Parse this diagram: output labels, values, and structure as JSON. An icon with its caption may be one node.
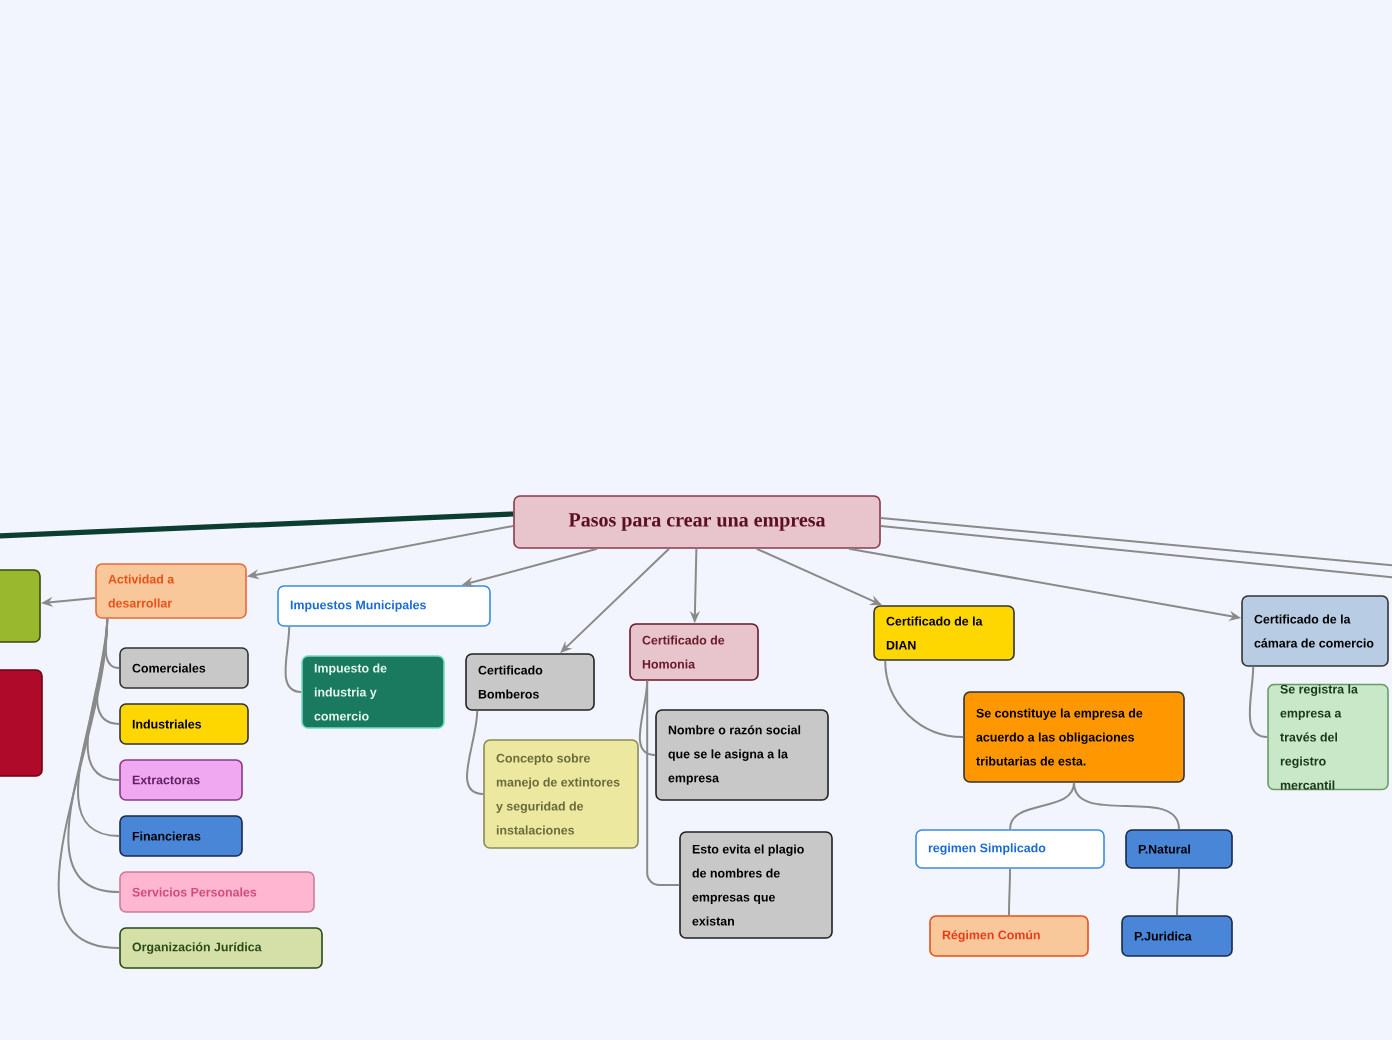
{
  "diagram": {
    "nodes": [
      {
        "text": [
          "Pasos para crear una empresa"
        ]
      },
      {
        "text": [],
        "shape": "box"
      },
      {
        "text": [],
        "shape": "box"
      },
      {
        "text": [
          "Actividad a desarrollar"
        ]
      },
      {
        "text": [
          "Comerciales"
        ]
      },
      {
        "text": [
          "Industriales"
        ]
      },
      {
        "text": [
          "Extractoras"
        ]
      },
      {
        "text": [
          "Financieras"
        ]
      },
      {
        "text": [
          "Servicios Personales"
        ]
      },
      {
        "text": [
          "Organización Jurídica"
        ]
      },
      {
        "text": [
          "Impuestos Municipales"
        ]
      },
      {
        "text": [
          "Impuesto de industria y comercio"
        ]
      },
      {
        "text": [
          "Certificado Bomberos"
        ]
      },
      {
        "text": [
          "Concepto sobre manejo de extintores y seguridad de instalaciones"
        ]
      },
      {
        "text": [
          "Certificado de Homonia"
        ]
      },
      {
        "text": [
          "Nombre o razón social que se le asigna a la empresa"
        ]
      },
      {
        "text": [
          "Esto evita el plagio de nombres de empresas que existan"
        ]
      },
      {
        "text": [
          "Certificado de la DIAN"
        ]
      },
      {
        "text": [
          "Se constituye la empresa de acuerdo a las obligaciones tributarias de esta."
        ]
      },
      {
        "text": [
          "regimen Simplicado"
        ]
      },
      {
        "text": [
          "P.Natural"
        ]
      },
      {
        "text": [
          "Régimen Común"
        ]
      },
      {
        "text": [
          "P.Juridica"
        ]
      },
      {
        "text": [
          "Certificado de la cámara de comercio"
        ]
      },
      {
        "text": [
          "Se registra la empresa a través del registro mercantil"
        ]
      }
    ],
    "edges": [
      {
        "from": 0,
        "to": 3,
        "arrow": "to"
      },
      {
        "from": 0,
        "to": 10,
        "arrow": "to"
      },
      {
        "from": 0,
        "to": 12,
        "arrow": "to"
      },
      {
        "from": 0,
        "to": 14,
        "arrow": "to"
      },
      {
        "from": 0,
        "to": 17,
        "arrow": "to"
      },
      {
        "from": 0,
        "to": 23,
        "arrow": "to"
      },
      {
        "from": 0,
        "to": null,
        "arrow": "none"
      },
      {
        "from": 0,
        "to": null,
        "arrow": "none"
      },
      {
        "from": 0,
        "to": null,
        "arrow": "none",
        "style": "thick",
        "color": "#0b3d30"
      },
      {
        "from": 3,
        "to": 1,
        "arrow": "to"
      },
      {
        "from": 3,
        "to": 4,
        "arrow": "none"
      },
      {
        "from": 3,
        "to": 5,
        "arrow": "none"
      },
      {
        "from": 3,
        "to": 6,
        "arrow": "none"
      },
      {
        "from": 3,
        "to": 7,
        "arrow": "none"
      },
      {
        "from": 3,
        "to": 8,
        "arrow": "none"
      },
      {
        "from": 3,
        "to": 9,
        "arrow": "none"
      },
      {
        "from": 10,
        "to": 11,
        "arrow": "none"
      },
      {
        "from": 12,
        "to": 13,
        "arrow": "none"
      },
      {
        "from": 14,
        "to": 15,
        "arrow": "none"
      },
      {
        "from": 14,
        "to": 16,
        "arrow": "none"
      },
      {
        "from": 17,
        "to": 18,
        "arrow": "none"
      },
      {
        "from": 18,
        "to": 19,
        "arrow": "none"
      },
      {
        "from": 18,
        "to": 20,
        "arrow": "none"
      },
      {
        "from": 19,
        "to": 21,
        "arrow": "none"
      },
      {
        "from": 20,
        "to": 22,
        "arrow": "none"
      },
      {
        "from": 23,
        "to": 24,
        "arrow": "none"
      }
    ]
  }
}
